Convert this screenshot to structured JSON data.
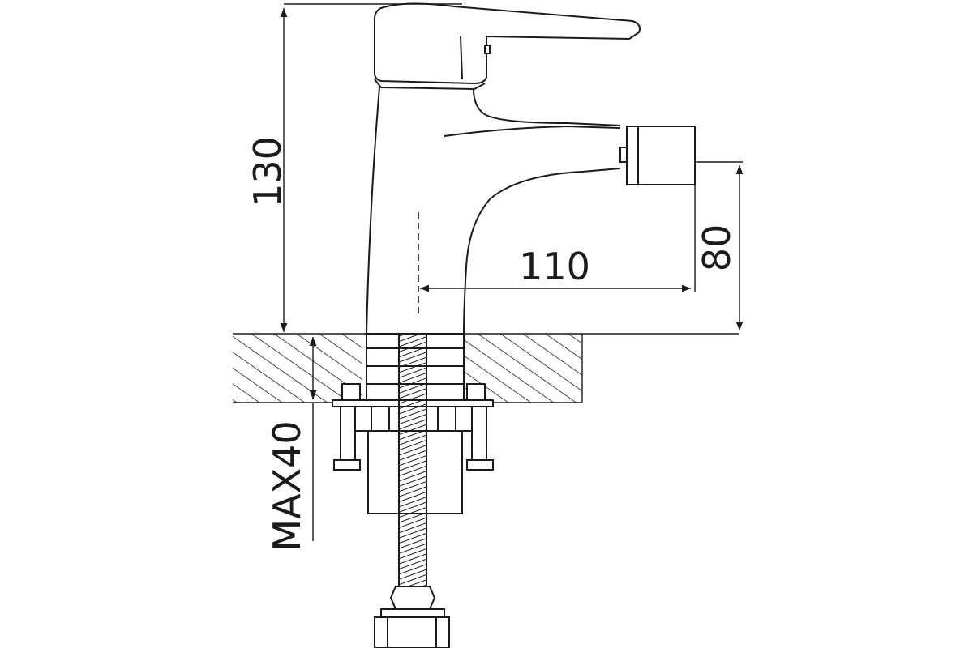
{
  "diagram": {
    "dimensions": {
      "height_total": "130",
      "spout_reach": "110",
      "spout_height": "80",
      "max_thickness": "MAX40"
    }
  }
}
